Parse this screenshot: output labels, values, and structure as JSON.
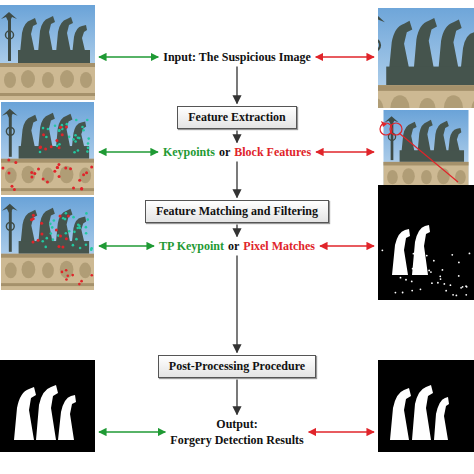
{
  "diagram": {
    "nodes": [
      {
        "text": [
          "Input: The Suspicious Image"
        ]
      },
      {
        "text": [
          "Feature Extraction"
        ]
      },
      {
        "text": [
          "Keypoints",
          "or",
          "Block Features"
        ]
      },
      {
        "text": [
          "Feature Matching and Filtering"
        ]
      },
      {
        "text": [
          "TP Keypoint",
          "or",
          "Pixel Matches"
        ]
      },
      {
        "text": [
          "Post-Processing Procedure"
        ]
      },
      {
        "text": [
          "Output:",
          "Forgery Detection Results"
        ]
      }
    ],
    "edges": [
      {
        "from": 0,
        "to": 1,
        "arrow": "to"
      },
      {
        "from": 1,
        "to": 2,
        "arrow": "to"
      },
      {
        "from": 2,
        "to": 3,
        "arrow": "to"
      },
      {
        "from": 3,
        "to": 4,
        "arrow": "to"
      },
      {
        "from": 4,
        "to": 5,
        "arrow": "to"
      },
      {
        "from": 5,
        "to": 6,
        "arrow": "to"
      }
    ]
  }
}
